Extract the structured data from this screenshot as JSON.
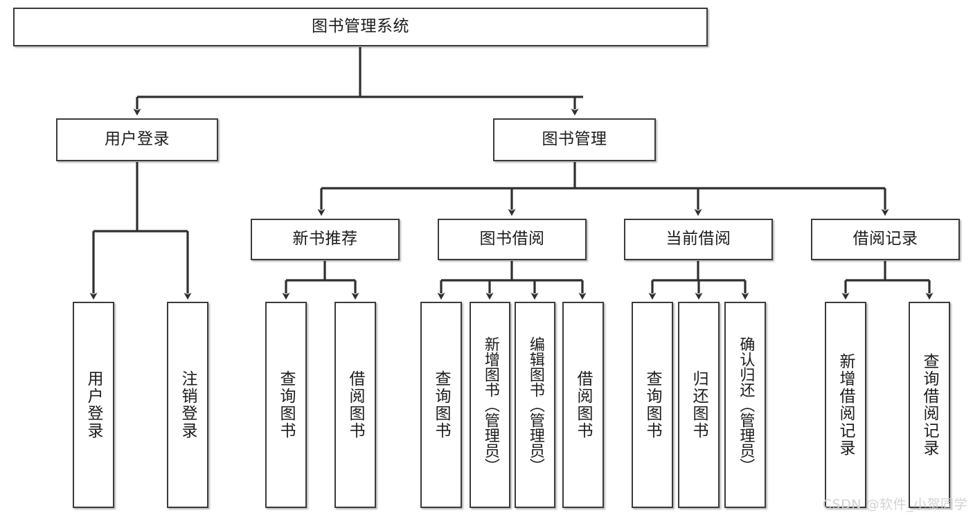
{
  "diagram": {
    "type": "tree-hierarchy-chart",
    "title": "图书管理系统",
    "watermark": "CSDN @软件_小贺同学",
    "colors": {
      "node_border": "#3a3a3a",
      "node_fill": "#ffffff",
      "edge": "#2f2f2f",
      "text": "#1b1b1b",
      "watermark": "#d2d2d2"
    },
    "levels": {
      "root": {
        "label": "图书管理系统"
      },
      "level2": [
        {
          "label": "用户登录"
        },
        {
          "label": "图书管理"
        }
      ],
      "level3": [
        {
          "label": "新书推荐"
        },
        {
          "label": "图书借阅"
        },
        {
          "label": "当前借阅"
        },
        {
          "label": "借阅记录"
        }
      ],
      "leaves": {
        "user_login": [
          {
            "label": "用户登录"
          },
          {
            "label": "注销登录"
          }
        ],
        "new_book_recommend": [
          {
            "label": "查询图书"
          },
          {
            "label": "借阅图书"
          }
        ],
        "book_borrow": [
          {
            "label": "查询图书"
          },
          {
            "label": "新增图书（管理员）"
          },
          {
            "label": "编辑图书（管理员）"
          },
          {
            "label": "借阅图书"
          }
        ],
        "current_borrow": [
          {
            "label": "查询图书"
          },
          {
            "label": "归还图书"
          },
          {
            "label": "确认归还（管理员）"
          }
        ],
        "borrow_record": [
          {
            "label": "新增借阅记录"
          },
          {
            "label": "查询借阅记录"
          }
        ]
      }
    }
  }
}
